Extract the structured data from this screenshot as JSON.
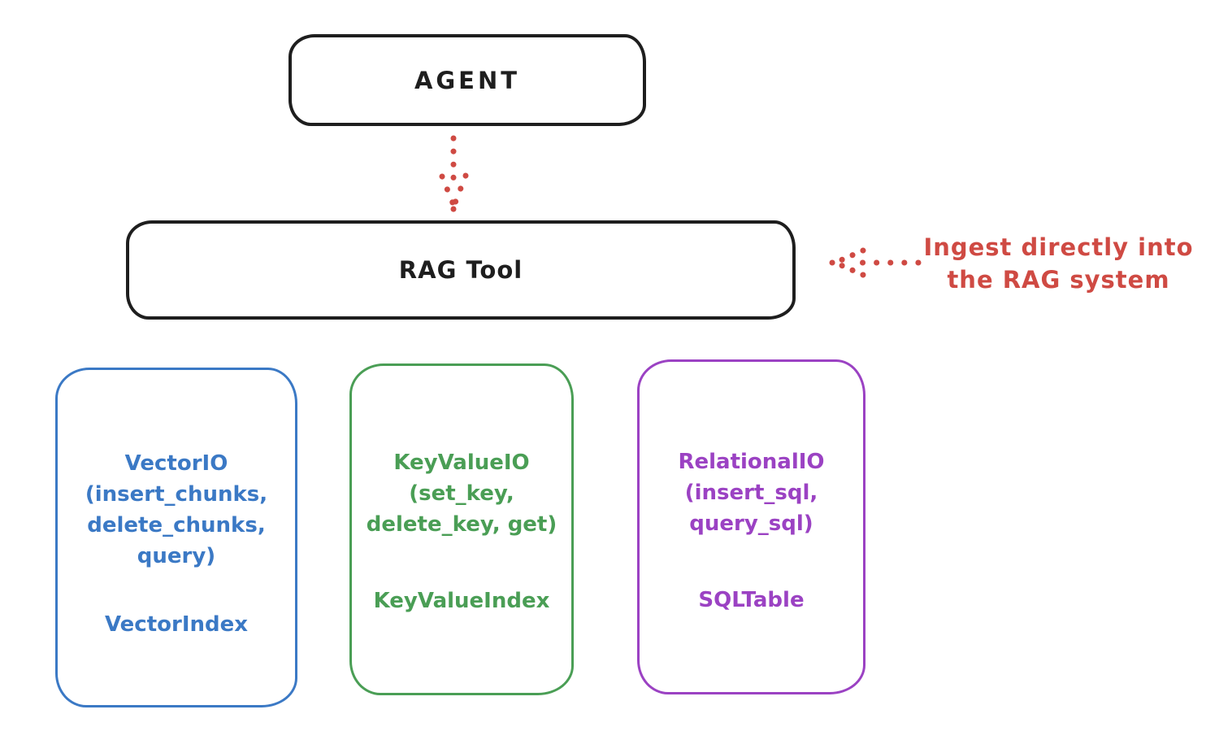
{
  "agent": {
    "label": "AGENT"
  },
  "rag_tool": {
    "label": "RAG Tool"
  },
  "annotation": {
    "line1": "Ingest directly into",
    "line2": "the RAG system"
  },
  "cards": [
    {
      "name": "vector-io",
      "lines": [
        "VectorIO",
        "(insert_chunks,",
        "delete_chunks,",
        "query)"
      ],
      "index": "VectorIndex",
      "color": "#3b79c5"
    },
    {
      "name": "keyvalue-io",
      "lines": [
        "KeyValueIO",
        "(set_key,",
        "delete_key, get)"
      ],
      "index": "KeyValueIndex",
      "color": "#4a9e55"
    },
    {
      "name": "relational-io",
      "lines": [
        "RelationalIO",
        "(insert_sql,",
        "query_sql)"
      ],
      "index": "SQLTable",
      "color": "#9b42c3"
    }
  ],
  "colors": {
    "stroke": "#1e1e1e",
    "red": "#cf4a43",
    "blue": "#3b79c5",
    "green": "#4a9e55",
    "purple": "#9b42c3",
    "background": "#ffffff"
  }
}
